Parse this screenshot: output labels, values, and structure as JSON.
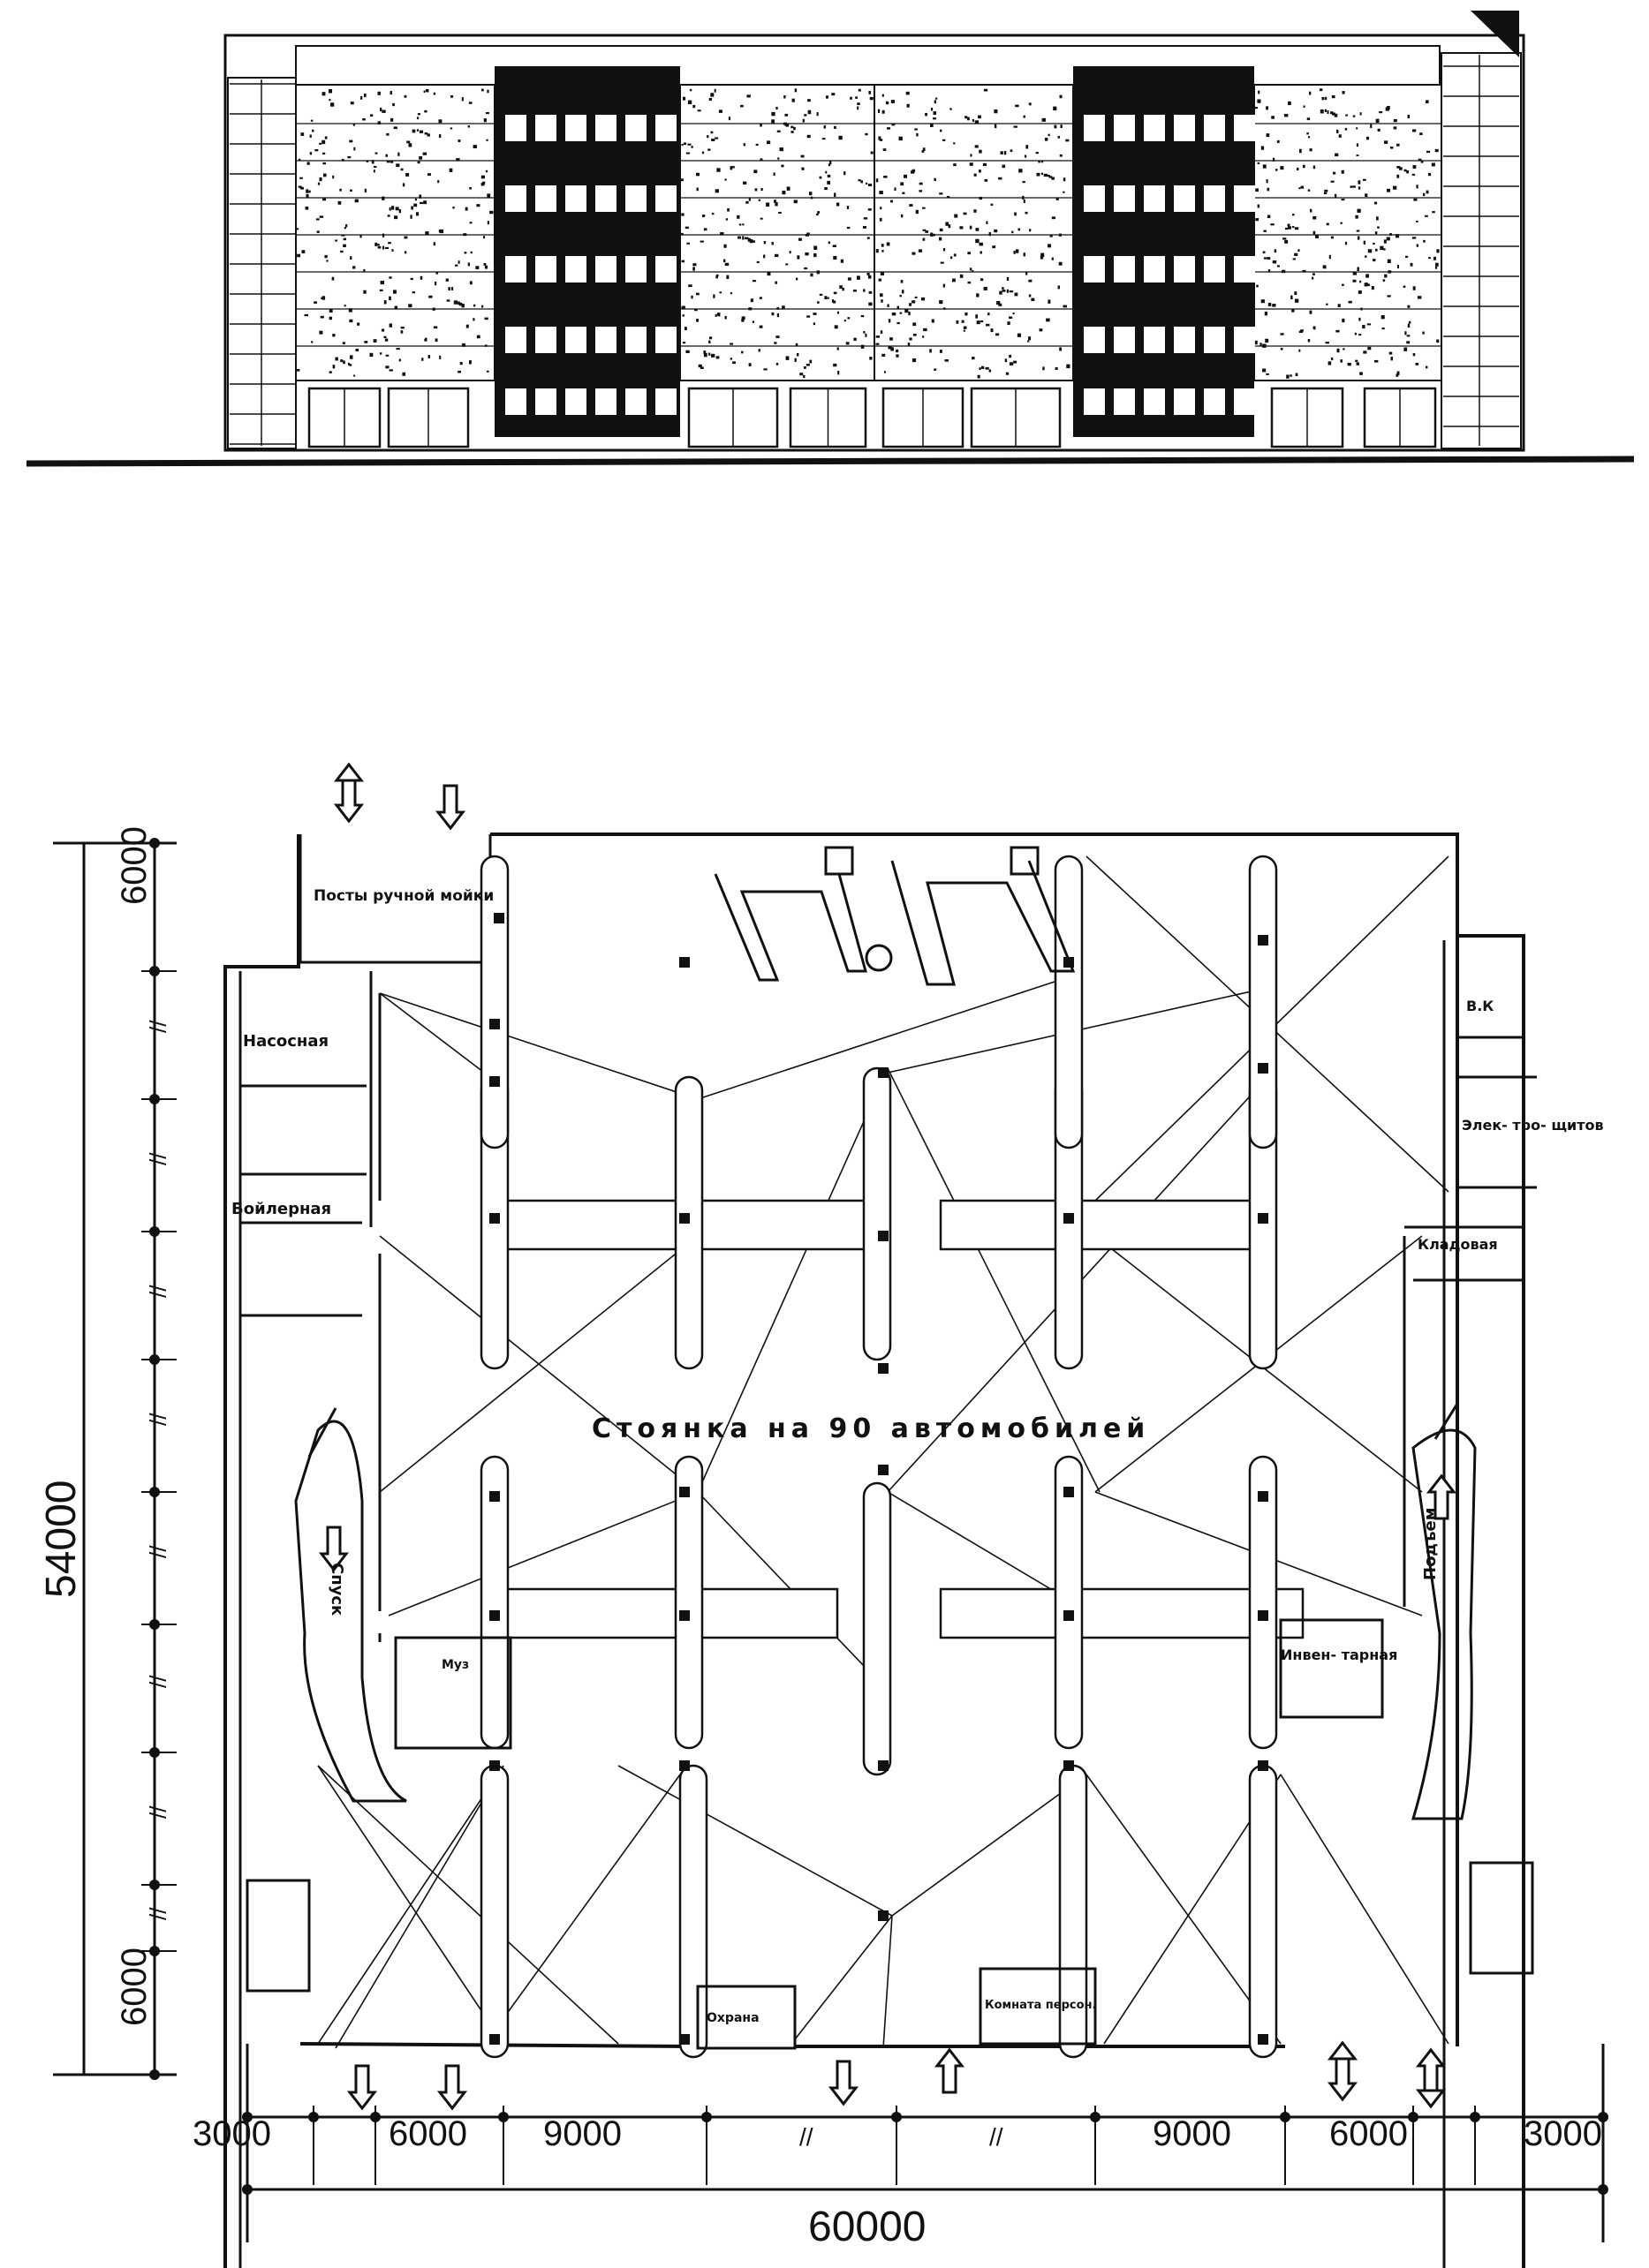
{
  "plan": {
    "main_label": "Стоянка на 90 автомобилей",
    "rooms": {
      "wash": "Посты ручной мойки",
      "pump": "Насосная",
      "boiler": "Бойлерная",
      "vk": "В.К",
      "electrical": "Элек- тро- щитов",
      "storage": "Кладовая",
      "wc": "Муз",
      "inventory": "Инвен- тарная",
      "guard": "Охрана",
      "staff": "Комната персон."
    },
    "ramps": {
      "down": "Спуск",
      "up": "Подъем"
    }
  },
  "dimensions": {
    "total_width": "60000",
    "total_height": "54000",
    "bottom": [
      "3000",
      "6000",
      "9000",
      "//",
      "//",
      "9000",
      "6000",
      "3000"
    ],
    "left": [
      "6000",
      "//",
      "//",
      "//",
      "//",
      "//",
      "//",
      "//",
      "//",
      "6000"
    ]
  }
}
